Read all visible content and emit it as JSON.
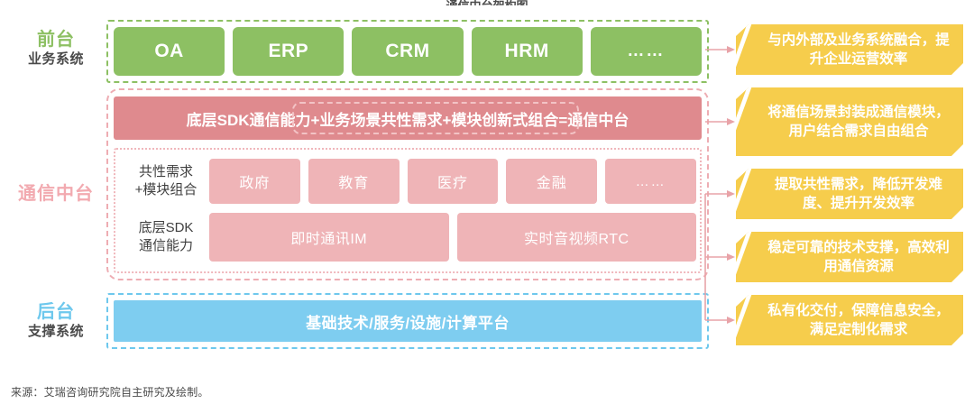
{
  "title": "通信中台架构图",
  "stages": [
    {
      "main": "前台",
      "sub": "业务系统",
      "color": "#8dc063"
    },
    {
      "main": "通信中台",
      "sub": "",
      "color": "#f2aab0"
    },
    {
      "main": "后台",
      "sub": "支撑系统",
      "color": "#6ec8ed"
    }
  ],
  "front": {
    "apps": [
      "OA",
      "ERP",
      "CRM",
      "HRM",
      "……"
    ]
  },
  "middle": {
    "formula": "底层SDK通信能力+业务场景共性需求+模块创新式组合=通信中台",
    "rows": [
      {
        "label": "共性需求\n+模块组合",
        "label_line1": "共性需求",
        "label_line2": "+模块组合",
        "items": [
          "政府",
          "教育",
          "医疗",
          "金融",
          "……"
        ]
      },
      {
        "label": "底层SDK\n通信能力",
        "label_line1": "底层SDK",
        "label_line2": "通信能力",
        "items": [
          "即时通讯IM",
          "实时音视频RTC"
        ]
      }
    ]
  },
  "back": {
    "platform": "基础技术/服务/设施/计算平台"
  },
  "callouts": [
    "与内外部及业务系统融合，提升企业运营效率",
    "将通信场景封装成通信模块，用户结合需求自由组合",
    "提取共性需求，降低开发难度、提升开发效率",
    "稳定可靠的技术支撑，高效利用通信资源",
    "私有化交付，保障信息安全，满足定制化需求"
  ],
  "footer": "来源：艾瑞咨询研究院自主研究及绘制。",
  "colors": {
    "green": "#8dc063",
    "pink_dark": "#df8a8e",
    "pink_mid": "#efb4b7",
    "pink_light": "#eeadb3",
    "blue": "#7ecdf0",
    "yellow": "#f6cd4c",
    "arrow": "#e8a3a8"
  }
}
